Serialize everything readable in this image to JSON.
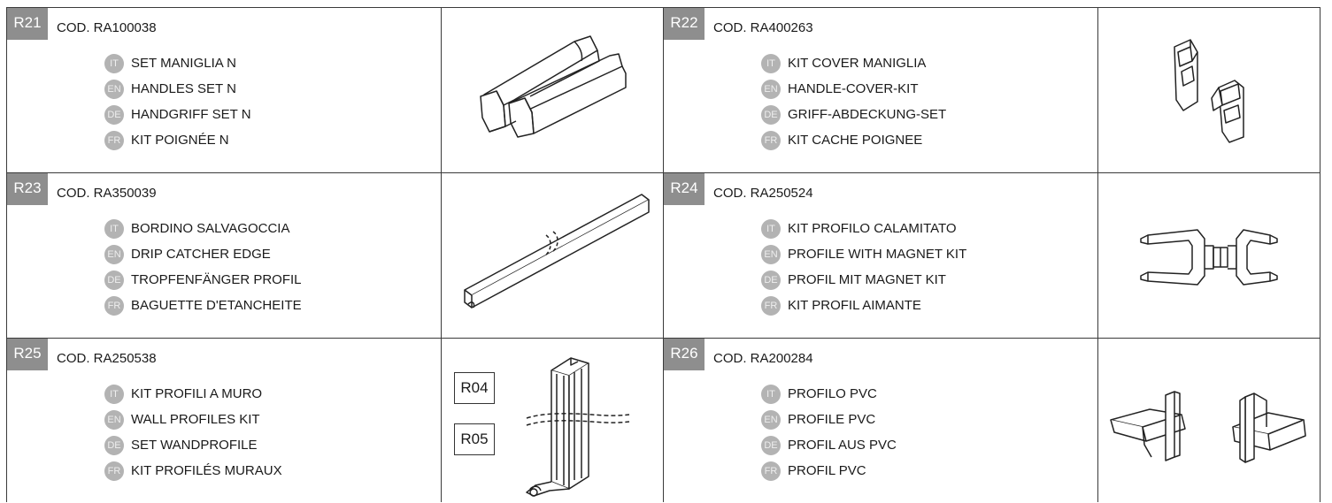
{
  "rows": [
    [
      {
        "ref": "R21",
        "code": "COD. RA100038",
        "langs": [
          {
            "lang": "IT",
            "text": "SET MANIGLIA N"
          },
          {
            "lang": "EN",
            "text": "HANDLES SET N"
          },
          {
            "lang": "DE",
            "text": "HANDGRIFF SET N"
          },
          {
            "lang": "FR",
            "text": "KIT POIGNÉE N"
          }
        ]
      },
      {
        "ref": "R22",
        "code": "COD. RA400263",
        "langs": [
          {
            "lang": "IT",
            "text": "KIT COVER MANIGLIA"
          },
          {
            "lang": "EN",
            "text": "HANDLE-COVER-KIT"
          },
          {
            "lang": "DE",
            "text": "GRIFF-ABDECKUNG-SET"
          },
          {
            "lang": "FR",
            "text": "KIT CACHE POIGNEE"
          }
        ]
      }
    ],
    [
      {
        "ref": "R23",
        "code": "COD. RA350039",
        "langs": [
          {
            "lang": "IT",
            "text": "BORDINO SALVAGOCCIA"
          },
          {
            "lang": "EN",
            "text": "DRIP CATCHER EDGE"
          },
          {
            "lang": "DE",
            "text": "TROPFENFÄNGER PROFIL"
          },
          {
            "lang": "FR",
            "text": "BAGUETTE D'ETANCHEITE"
          }
        ]
      },
      {
        "ref": "R24",
        "code": "COD. RA250524",
        "langs": [
          {
            "lang": "IT",
            "text": "KIT PROFILO CALAMITATO"
          },
          {
            "lang": "EN",
            "text": "PROFILE WITH MAGNET KIT"
          },
          {
            "lang": "DE",
            "text": "PROFIL MIT MAGNET KIT"
          },
          {
            "lang": "FR",
            "text": "KIT PROFIL AIMANTE"
          }
        ]
      }
    ],
    [
      {
        "ref": "R25",
        "code": "COD. RA250538",
        "langs": [
          {
            "lang": "IT",
            "text": "KIT PROFILI A MURO"
          },
          {
            "lang": "EN",
            "text": "WALL PROFILES KIT"
          },
          {
            "lang": "DE",
            "text": "SET WANDPROFILE"
          },
          {
            "lang": "FR",
            "text": "KIT PROFILÉS MURAUX"
          }
        ]
      },
      {
        "ref": "R26",
        "code": "COD. RA200284",
        "langs": [
          {
            "lang": "IT",
            "text": "PROFILO PVC"
          },
          {
            "lang": "EN",
            "text": "PROFILE PVC"
          },
          {
            "lang": "DE",
            "text": "PROFIL AUS PVC"
          },
          {
            "lang": "FR",
            "text": "PROFIL PVC"
          }
        ]
      }
    ]
  ],
  "tags": {
    "r04": "R04",
    "r05": "R05"
  }
}
